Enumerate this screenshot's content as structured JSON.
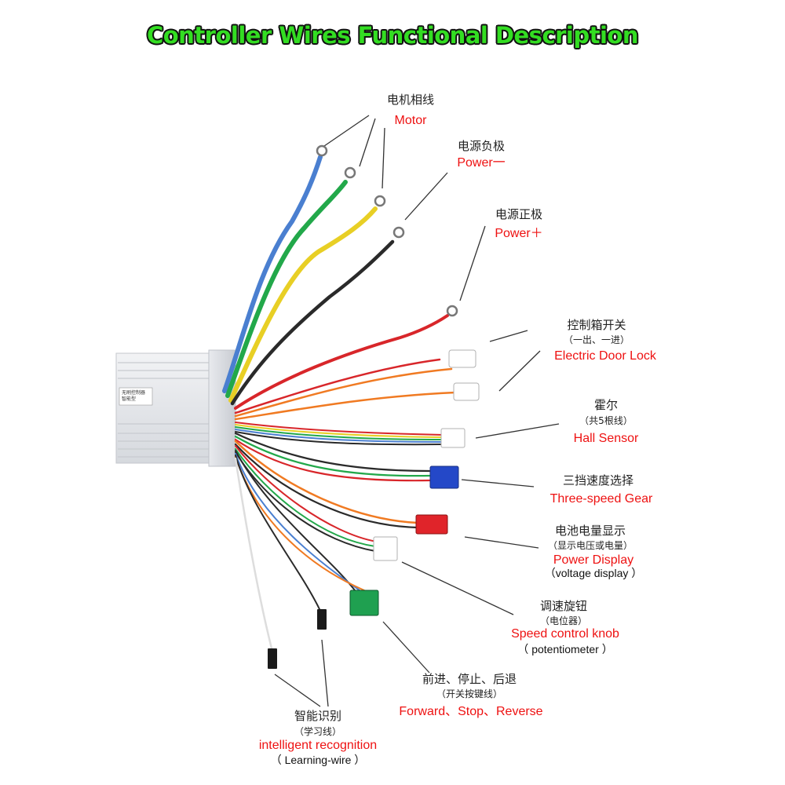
{
  "title": "Controller Wires Functional Description",
  "labels": {
    "motor": {
      "cn": "电机相线",
      "en": "Motor"
    },
    "power_neg": {
      "cn": "电源负极",
      "en": "Power一"
    },
    "power_pos": {
      "cn": "电源正极",
      "en": "Power＋"
    },
    "door_lock": {
      "cn": "控制箱开关",
      "sub": "（一出、一进）",
      "en": "Electric Door Lock"
    },
    "hall": {
      "cn": "霍尔",
      "sub": "（共5根线）",
      "en": "Hall Sensor"
    },
    "gear": {
      "cn": "三挡速度选择",
      "en": "Three-speed Gear"
    },
    "display": {
      "cn": "电池电量显示",
      "sub": "（显示电压或电量）",
      "en": "Power Display",
      "paren": "（voltage display ）"
    },
    "knob": {
      "cn": "调速旋钮",
      "sub": "（电位器）",
      "en": "Speed control knob",
      "paren": "（ potentiometer ）"
    },
    "direction": {
      "cn": "前进、停止、后退",
      "sub": "（开关按键线）",
      "en": "Forward、Stop、Reverse"
    },
    "learning": {
      "cn": "智能识别",
      "sub": "（学习线）",
      "en": "intelligent  recognition",
      "paren": "（ Learning-wire ）"
    }
  },
  "colors": {
    "title_fill": "#33dd22",
    "label_en": "#ee1111",
    "wire_blue": "#4a7fd0",
    "wire_green": "#22a84a",
    "wire_yellow": "#e8cf25",
    "wire_black": "#2a2a2a",
    "wire_red": "#d8262a",
    "wire_orange": "#f07a22",
    "connector_blue": "#2448c8",
    "connector_red": "#e0242a",
    "connector_green": "#1fa050"
  }
}
